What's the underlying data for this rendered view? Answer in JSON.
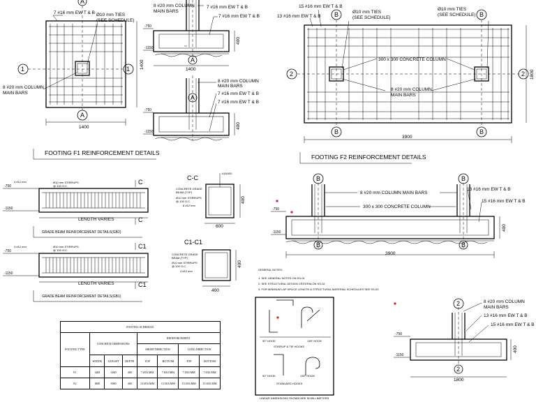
{
  "labels": {
    "bars_8_20_column_main": "8 #20 mm COLUMN MAIN BARS",
    "bars_8_20_column_main_l1": "8 #20 mm COLUMN",
    "bars_main_l2": "MAIN BARS",
    "bars_7_16_ewtb": "7 #16 mm EW T & B",
    "bars_13_16_ewtb": "13 #16 mm EW T & B",
    "bars_15_16_ewtb": "15 #16 mm EW T & B",
    "ties_l1": "Ø10 mm TIES",
    "ties_l2": "(SEE SCHEDULE)",
    "column_300": "300 x 300 CONCRETE COLUMN",
    "level_750": "-750",
    "level_1150": "-1150",
    "dim_1400": "1400",
    "dim_400": "400",
    "dim_600": "600",
    "dim_1800": "1800",
    "dim_3900": "3900",
    "length_varies": "LENGTH VARIES",
    "bubble_1": "1",
    "bubble_2": "2",
    "bubble_a": "A",
    "bubble_b": "B",
    "sect_c": "C",
    "sect_c1": "C1",
    "sect_cc": "C-C",
    "sect_c1c1": "C1-C1",
    "bar_16_400": "#16/400",
    "gb_stirrup_l1": "Ø10 mm STIRRUPS",
    "gb_stirrup_l2": "@ 100 O.C.",
    "gb_4_12": "4 #12 mm",
    "gb_6_12": "6 #12 mm",
    "cc_l1": "CONCRETE GRADE",
    "cc_l2": "BEAM (TYP)",
    "cc_l3": "Ø10 mm STIRRUPS",
    "cc_l4": "@ 100 O.C.",
    "cc_l5": "6 #12 mm",
    "c1_l5": "4 #12 mm",
    "misc_90": "90° HOOK",
    "misc_135": "135° HOOK",
    "misc_stirrup_tie": "STIRRUP & TIE HOOKS",
    "misc_std": "STANDARD HOOKS",
    "misc_dims": "LINEAR DIMENSIONS SHOWN ARE IN MILLIMETERS"
  },
  "titles": {
    "f1": "FOOTING F1 REINFORCEMENT DETAILS",
    "f2": "FOOTING F2 REINFORCEMENT DETAILS",
    "gb2": "GRADE BEAM REINFORCEMENT DETAILS(GB2)",
    "gb1": "GRADE BEAM REINFORCEMENT DETAILS(GB1)"
  },
  "notes": {
    "heading": "GENERAL NOTES:",
    "items": [
      "1.  SEE GENERAL NOTES ON SS-01",
      "2.  SEE STRUCTURAL DESIGN CRITERIA ON SS-02",
      "3.  FOR MINIMUM LAP SPLICE LENGTH & STRUCTURAL MATERIAL SCHEDULES SEE SS-03"
    ]
  },
  "schedule": {
    "title": "FOOTING SCHEDULE",
    "h_type": "FOOTING TYPE",
    "h_conc": "CONCRETE DIMENSIONS",
    "h_reinf": "REINFORCEMENT",
    "h_short": "SHORT DIRECTION",
    "h_long": "LONG DIRECTION",
    "cols": [
      "WIDTH",
      "LENGHT",
      "DEPTH",
      "TOP",
      "BOTTOM",
      "TOP",
      "BOTTOM"
    ],
    "rows": [
      [
        "F1",
        "1400",
        "1400",
        "400",
        "7 Ø16 MM",
        "7 Ø16 MM",
        "7 Ø16 MM",
        "7 Ø16 MM"
      ],
      [
        "F2",
        "1800",
        "3900",
        "400",
        "13 Ø16 MM",
        "13 Ø16 MM",
        "15 Ø16 MM",
        "15 Ø16 MM"
      ]
    ]
  }
}
